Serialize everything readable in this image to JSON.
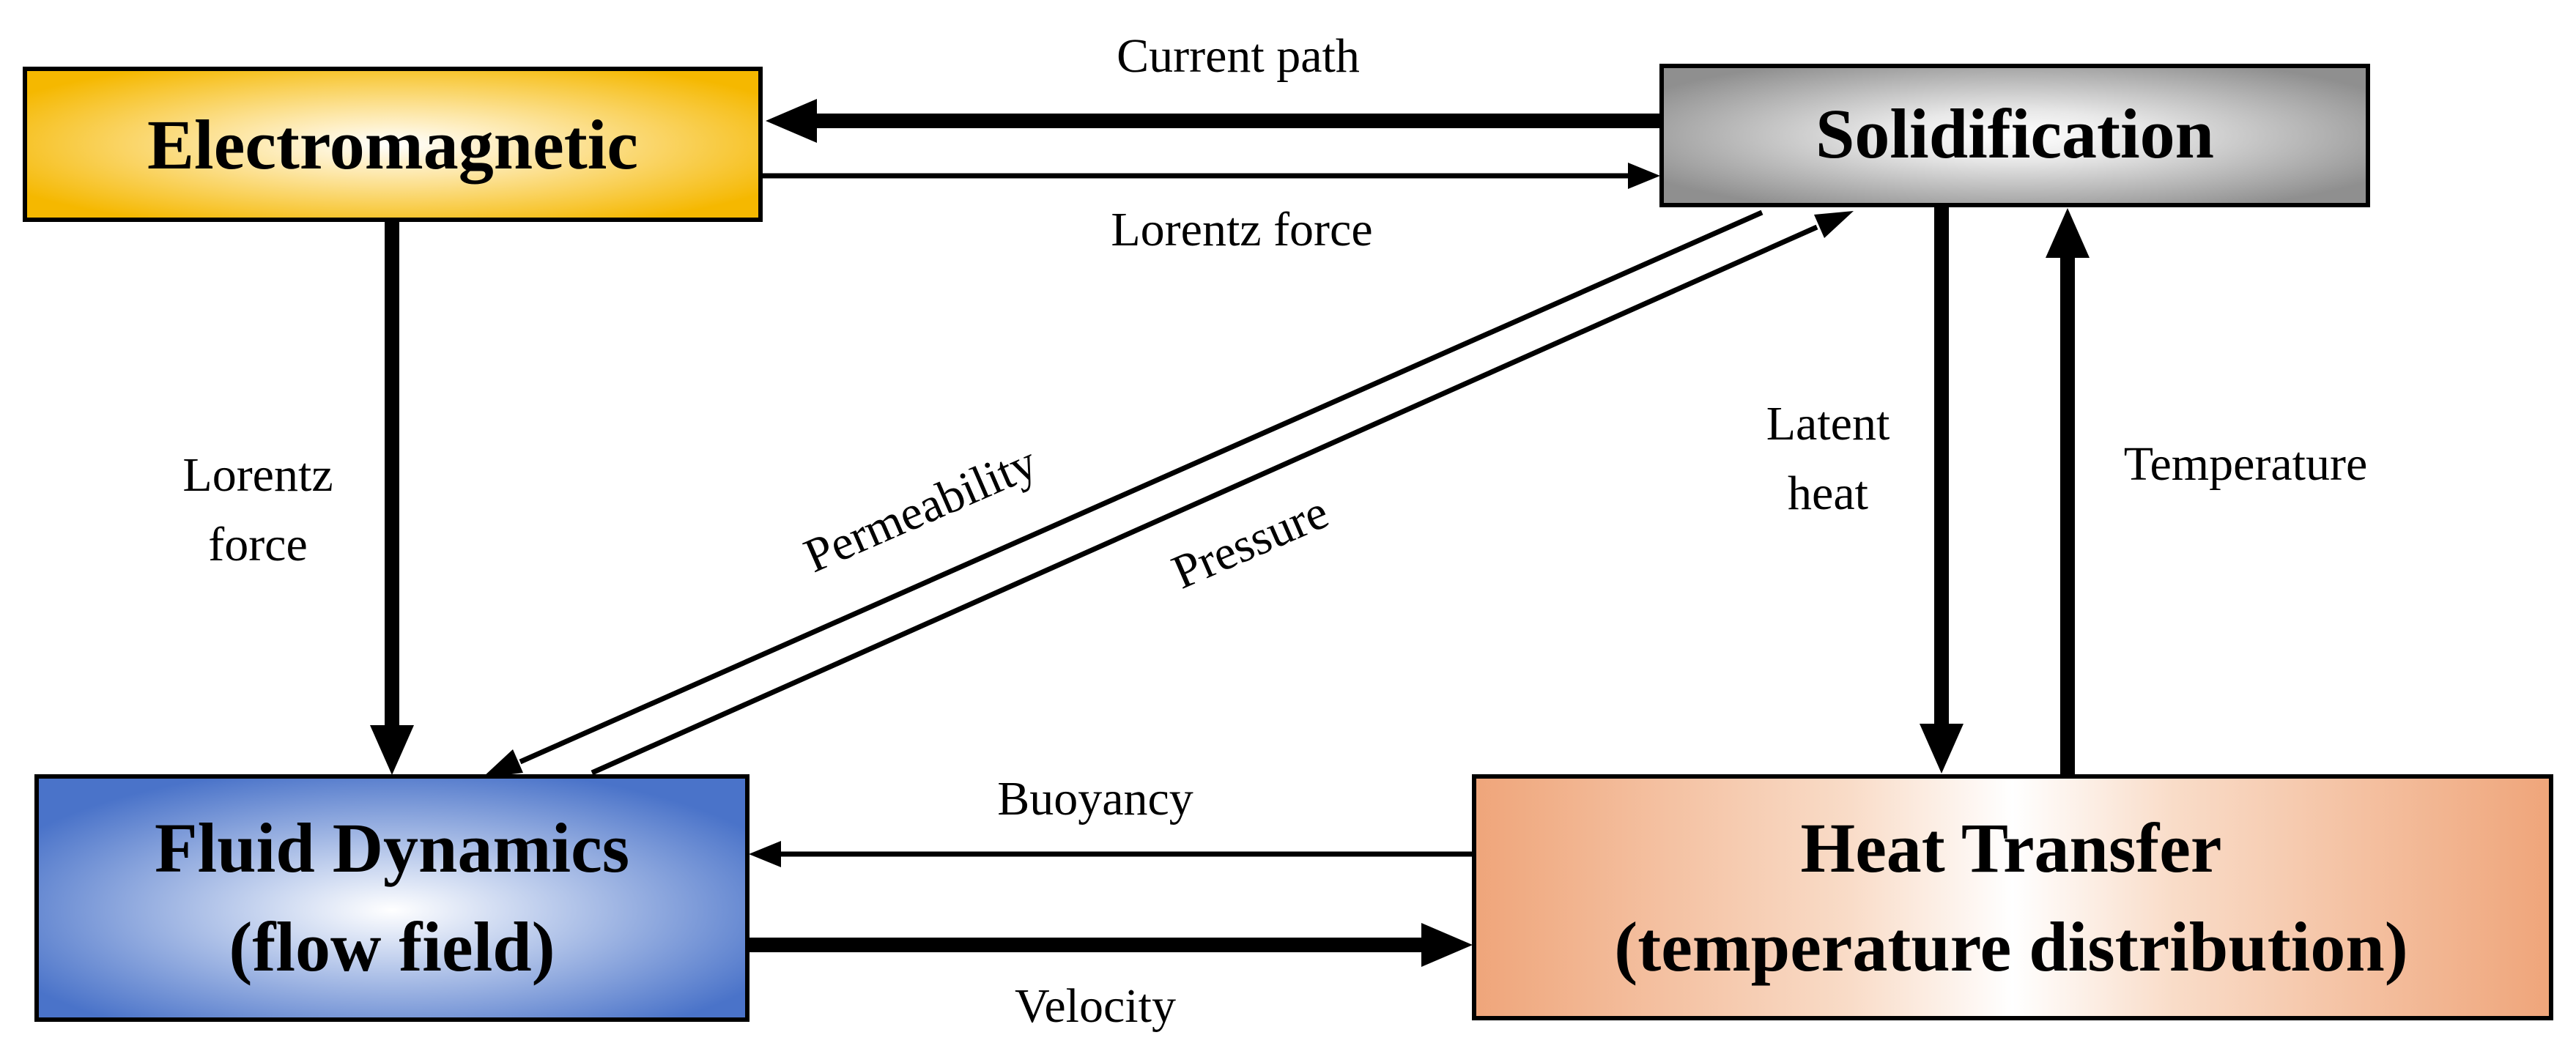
{
  "diagram": {
    "nodes": {
      "electromagnetic": {
        "label": "Electromagnetic",
        "color": "#f5b800"
      },
      "solidification": {
        "label": "Solidification",
        "color": "#8f8f8f"
      },
      "fluid_dynamics": {
        "line1": "Fluid Dynamics",
        "line2": "(flow field)",
        "color": "#4a73c9"
      },
      "heat_transfer": {
        "line1": "Heat Transfer",
        "line2": "(temperature distribution)",
        "color": "#efa57a"
      }
    },
    "edges": {
      "current_path": {
        "label": "Current path",
        "from": "Solidification",
        "to": "Electromagnetic"
      },
      "lorentz_force_top": {
        "label": "Lorentz force",
        "from": "Electromagnetic",
        "to": "Solidification"
      },
      "lorentz_force_left": {
        "line1": "Lorentz",
        "line2": "force",
        "from": "Electromagnetic",
        "to": "Fluid Dynamics"
      },
      "permeability": {
        "label": "Permeability",
        "from": "Solidification",
        "to": "Fluid Dynamics"
      },
      "pressure": {
        "label": "Pressure",
        "from": "Fluid Dynamics",
        "to": "Solidification"
      },
      "latent_heat": {
        "line1": "Latent",
        "line2": "heat",
        "from": "Solidification",
        "to": "Heat Transfer"
      },
      "temperature": {
        "label": "Temperature",
        "from": "Heat Transfer",
        "to": "Solidification"
      },
      "buoyancy": {
        "label": "Buoyancy",
        "from": "Heat Transfer",
        "to": "Fluid Dynamics"
      },
      "velocity": {
        "label": "Velocity",
        "from": "Fluid Dynamics",
        "to": "Heat Transfer"
      }
    }
  }
}
